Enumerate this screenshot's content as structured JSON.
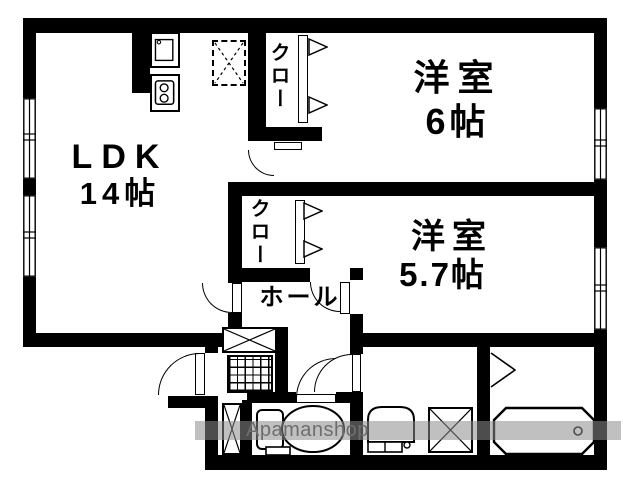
{
  "rooms": {
    "ldk": {
      "name": "LDK",
      "size": "14帖"
    },
    "bedroom_6": {
      "name": "洋室",
      "size": "6帖"
    },
    "bedroom_57": {
      "name": "洋室",
      "size": "5.7帖"
    },
    "closet_top": {
      "label": "クロー"
    },
    "closet_middle": {
      "label": "クロー"
    },
    "hall": {
      "label": "ホール"
    }
  },
  "watermark": {
    "text": "Apamanshop"
  },
  "fixtures": {
    "kitchen_sink": "sink-icon",
    "kitchen_stove": "stove-icon",
    "refrigerator_space": "dashed-crossed-box-icon",
    "entrance_tile": "genkan-tile-grid-icon",
    "shoe_cabinet": "crossed-box-icon",
    "pipe_space": "crossed-box-icon",
    "washing_machine_space": "crossed-box-icon",
    "toilet": "toilet-icon",
    "washbasin": "washbasin-icon",
    "bathtub": "bathtub-icon"
  },
  "colors": {
    "wall": "#000000",
    "background": "#ffffff",
    "watermark_band": "#8c8c8c",
    "watermark_text": "#6e6e6e"
  }
}
